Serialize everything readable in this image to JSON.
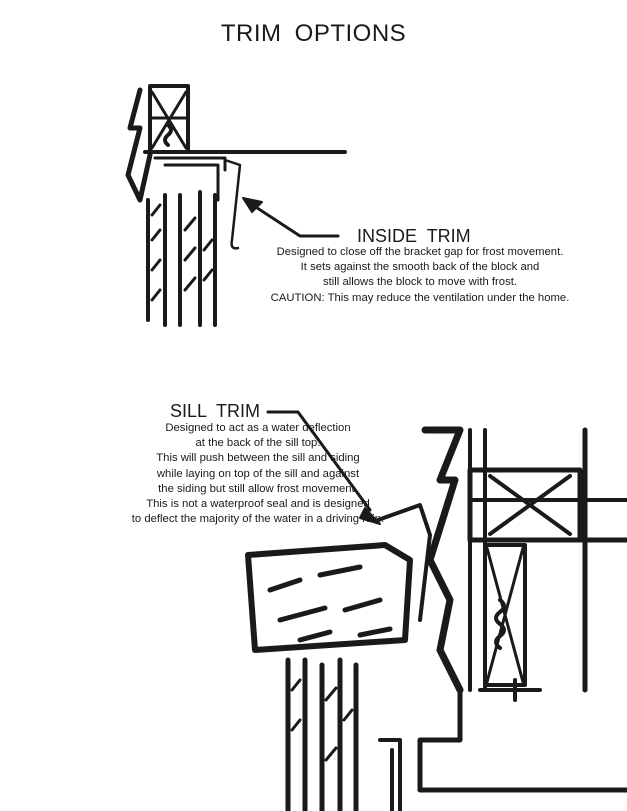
{
  "title": "TRIM OPTIONS",
  "inside_trim": {
    "heading": "INSIDE TRIM",
    "lines": [
      "Designed to close off the bracket gap for frost movement.",
      "It sets against the smooth back of the block and",
      "still allows the block to move with frost.",
      "CAUTION: This may reduce the ventilation under the home."
    ]
  },
  "sill_trim": {
    "heading": "SILL TRIM",
    "lines": [
      "Designed to act as a water deflection",
      "at the back of the sill top.",
      "This will push between the sill and siding",
      "while laying on top of the sill and against",
      "the siding but still allow frost movement.",
      "This is not a waterproof seal and is designed",
      "to deflect the majority of the water in a driving rain."
    ]
  }
}
